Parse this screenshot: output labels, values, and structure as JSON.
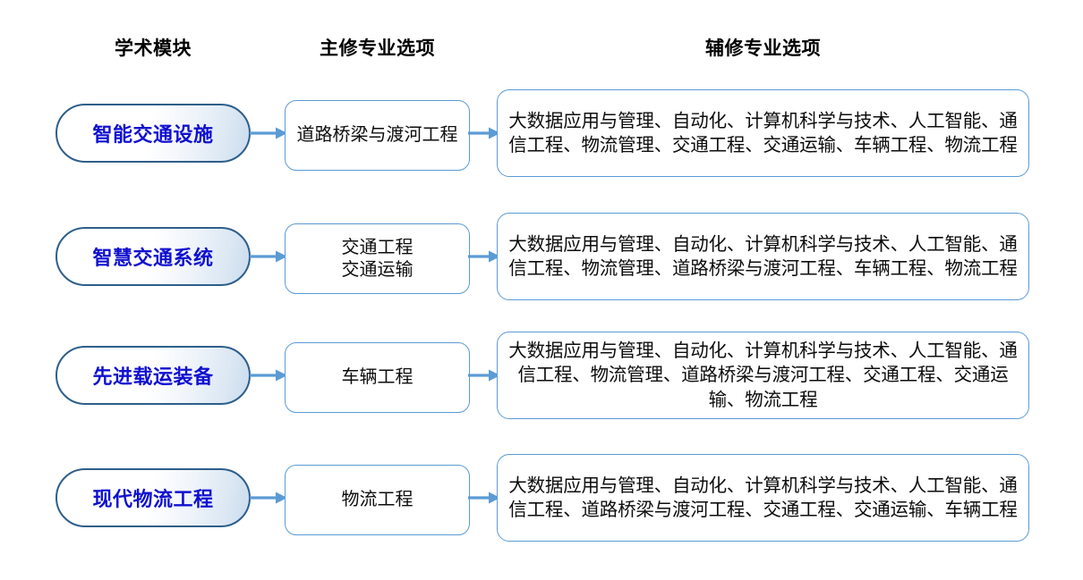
{
  "headers": {
    "module": "学术模块",
    "major": "主修专业选项",
    "minor": "辅修专业选项"
  },
  "colors": {
    "pill_border": "#2E5F8A",
    "pill_text": "#1010D0",
    "box_border": "#5B9BD5",
    "arrow": "#5B9BD5",
    "text": "#0d0d0d",
    "background": "#ffffff"
  },
  "rows": [
    {
      "module": "智能交通设施",
      "major": "道路桥梁与渡河工程",
      "minor": "大数据应用与管理、自动化、计算机科学与技术、人工智能、通信工程、物流管理、交通工程、交通运输、车辆工程、物流工程"
    },
    {
      "module": "智慧交通系统",
      "major": "交通工程\n交通运输",
      "minor": "大数据应用与管理、自动化、计算机科学与技术、人工智能、通信工程、物流管理、道路桥梁与渡河工程、车辆工程、物流工程"
    },
    {
      "module": "先进载运装备",
      "major": "车辆工程",
      "minor": "大数据应用与管理、自动化、计算机科学与技术、人工智能、通信工程、物流管理、道路桥梁与渡河工程、交通工程、交通运输、物流工程"
    },
    {
      "module": "现代物流工程",
      "major": "物流工程",
      "minor": "大数据应用与管理、自动化、计算机科学与技术、人工智能、通信工程、道路桥梁与渡河工程、交通工程、交通运输、车辆工程"
    }
  ]
}
